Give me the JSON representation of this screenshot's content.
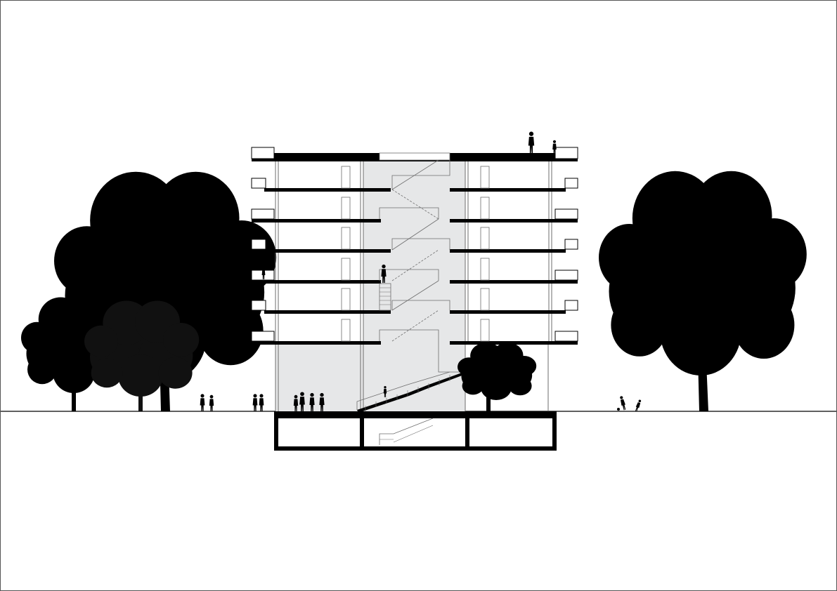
{
  "sheet": {
    "type": "architectural-section",
    "frame_visible": true,
    "text_labels": []
  },
  "building": {
    "upper_floors": 7,
    "roof_terrace": true,
    "open_ground_floor": true,
    "basement_levels": 1,
    "central_stair_core": true
  },
  "context": {
    "trees": 5,
    "people_figures": 16
  },
  "colors": {
    "ink": "#000000",
    "core_fill": "#e6e7e8",
    "line": "#6d6d6d",
    "paper": "#ffffff"
  }
}
